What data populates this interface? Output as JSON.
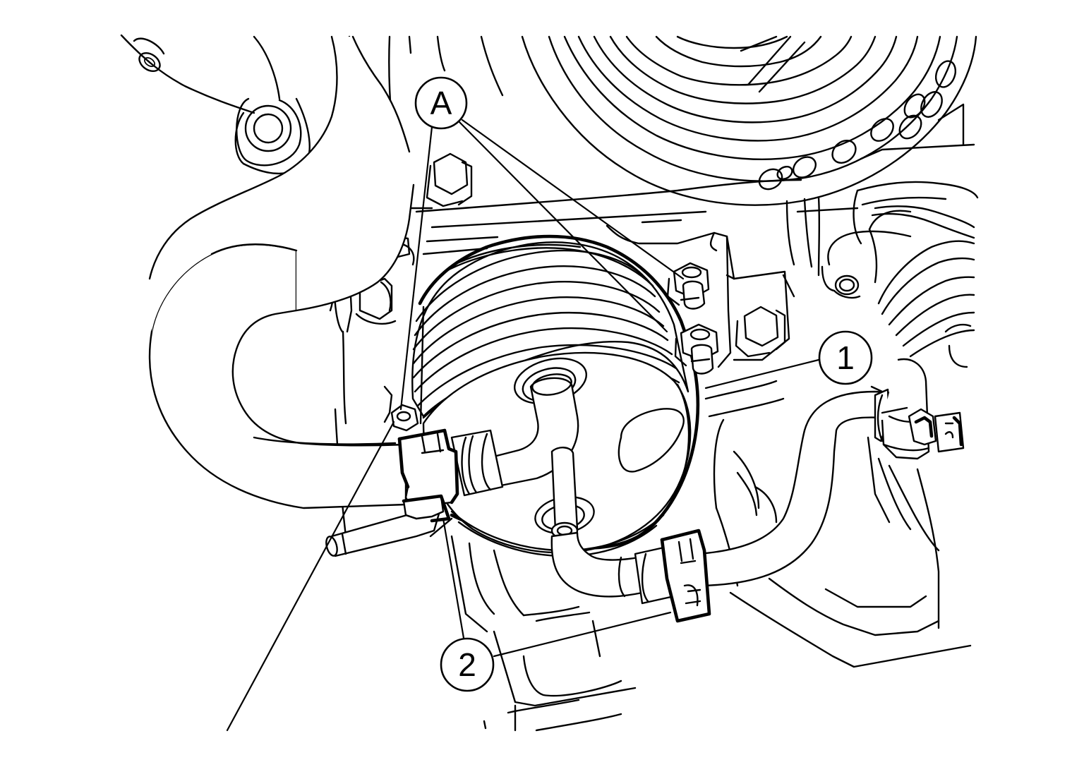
{
  "callouts": {
    "a": "A",
    "one": "1",
    "two": "2"
  },
  "colors": {
    "ink": "#000000",
    "paper": "#ffffff"
  }
}
